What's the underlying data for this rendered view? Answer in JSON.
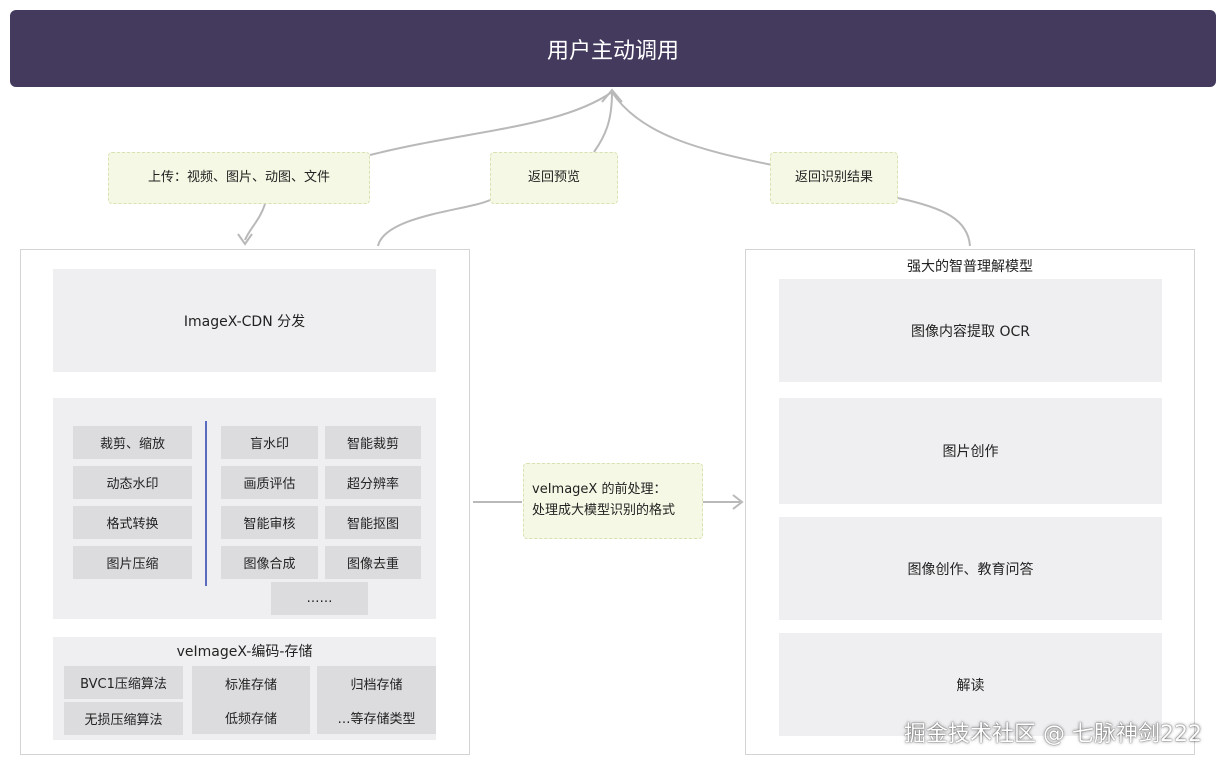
{
  "banner": {
    "title": "用户主动调用"
  },
  "notes": {
    "upload": "上传：视频、图片、动图、文件",
    "preview": "返回预览",
    "result": "返回识别结果",
    "preprocess_line1": "veImageX 的前处理：",
    "preprocess_line2": "处理成大模型识别的格式"
  },
  "left": {
    "cdn": "ImageX-CDN 分发",
    "processing": {
      "basic": [
        "裁剪、缩放",
        "动态水印",
        "格式转换",
        "图片压缩"
      ],
      "smart": [
        [
          "盲水印",
          "智能裁剪"
        ],
        [
          "画质评估",
          "超分辨率"
        ],
        [
          "智能审核",
          "智能抠图"
        ],
        [
          "图像合成",
          "图像去重"
        ]
      ],
      "more": "……"
    },
    "storage": {
      "title": "veImageX-编码-存储",
      "codec": [
        "BVC1压缩算法",
        "无损压缩算法"
      ],
      "tiers_a": [
        "标准存储",
        "低频存储"
      ],
      "tiers_b": [
        "归档存储",
        "…等存储类型"
      ]
    }
  },
  "right": {
    "title": "强大的智普理解模型",
    "blocks": [
      "图像内容提取 OCR",
      "图片创作",
      "图像创作、教育问答",
      "解读"
    ]
  },
  "watermark": "掘金技术社区 @ 七脉神剑222",
  "colors": {
    "banner": "#433a5e",
    "note_bg": "#f4f8e4",
    "note_border": "#d6e2b2",
    "divider": "#5b6bbf",
    "chip": "#dcdcdf",
    "block": "#efeff1"
  }
}
